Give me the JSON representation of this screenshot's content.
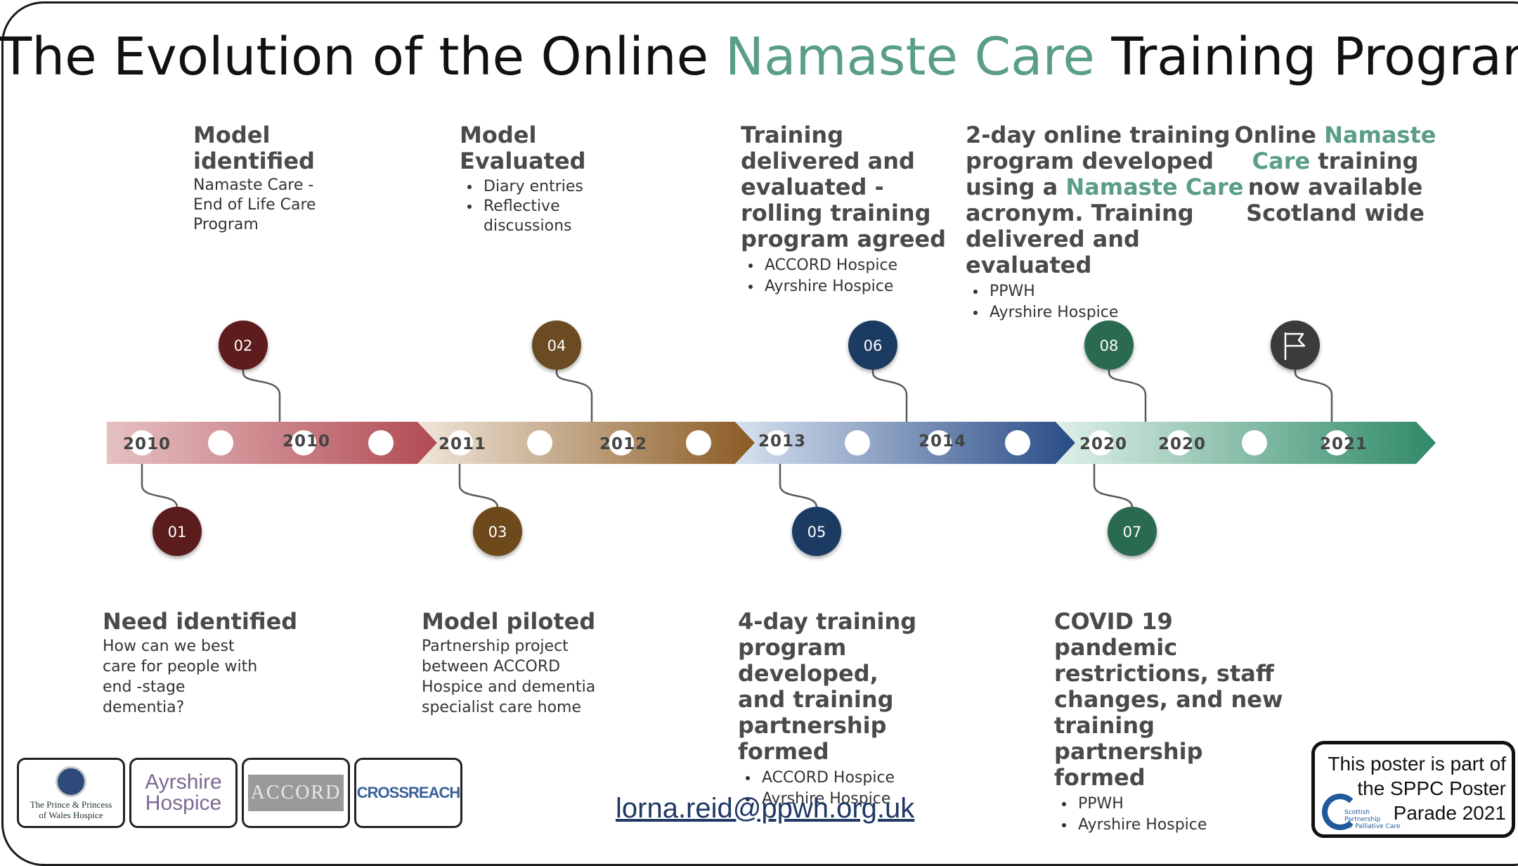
{
  "title": {
    "part1": "The Evolution of the Online",
    "highlight": "Namaste Care",
    "part2": "Training Program"
  },
  "colors": {
    "accent_green": "#5b9e86",
    "m01": "#5a1c1f",
    "m02": "#5e1a1e",
    "m03": "#6e4a1f",
    "m04": "#6b4c20",
    "m05": "#1e3a64",
    "m06": "#1f3a64",
    "m07": "#2a6a4f",
    "m08": "#2a6a4f",
    "flag": "#3a3a3a"
  },
  "timeline": {
    "ticks": [
      "2010",
      "2010",
      "2011",
      "2012",
      "2013",
      "2014",
      "2020",
      "2020",
      "2021"
    ],
    "markers": {
      "m01": "01",
      "m02": "02",
      "m03": "03",
      "m04": "04",
      "m05": "05",
      "m06": "06",
      "m07": "07",
      "m08": "08",
      "flag": "flag-icon"
    }
  },
  "milestones": {
    "m01": {
      "heading": "Need identified",
      "body": [
        "How can we best",
        "care for people with",
        "end -stage",
        "dementia?"
      ]
    },
    "m02": {
      "heading": [
        "Model",
        "identified"
      ],
      "body": [
        "Namaste Care  -",
        "End of Life Care",
        "Program"
      ]
    },
    "m03": {
      "heading": "Model piloted",
      "body": [
        "Partnership project",
        "between ACCORD",
        "Hospice and dementia",
        "specialist care home"
      ]
    },
    "m04": {
      "heading": [
        "Model",
        "Evaluated"
      ],
      "bullets": [
        "Diary entries",
        "Reflective discussions"
      ]
    },
    "m05": {
      "heading": [
        "4-day training",
        "program developed,",
        "and training",
        "partnership formed"
      ],
      "bullets": [
        "ACCORD Hospice",
        "Ayrshire Hospice"
      ]
    },
    "m06": {
      "heading": [
        "Training",
        "delivered and",
        "evaluated -",
        "rolling training",
        "program agreed"
      ],
      "bullets": [
        "ACCORD Hospice",
        "Ayrshire Hospice"
      ]
    },
    "m07": {
      "heading": [
        "COVID 19 pandemic",
        "restrictions, staff",
        "changes, and new",
        "training partnership",
        "formed"
      ],
      "bullets": [
        "PPWH",
        "Ayrshire Hospice"
      ]
    },
    "m08": {
      "heading_l1": "2-day online training",
      "heading_l2": "program developed",
      "heading_l3a": "using a",
      "heading_l3b": "Namaste Care",
      "heading_l4": "acronym. Training",
      "heading_l5": "delivered and evaluated",
      "bullets": [
        "PPWH",
        "Ayrshire Hospice"
      ]
    },
    "final": {
      "l1a": "Online",
      "l1b": "Namaste",
      "l2a": "Care",
      "l2b": "training",
      "l3": "now available",
      "l4": "Scotland wide"
    }
  },
  "footer": {
    "logos": {
      "ppwh": [
        "The Prince & Princess",
        "of Wales Hospice"
      ],
      "ayrshire": [
        "Ayrshire",
        "Hospice"
      ],
      "accord": "ACCORD",
      "crossreach": "CROSSREACH"
    },
    "email": "lorna.reid@ppwh.org.uk",
    "sppc": [
      "This poster is part of",
      "the SPPC Poster",
      "Parade 2021"
    ],
    "sppc_logo_text": [
      "Scottish",
      "Partnership",
      "for Palliative Care"
    ]
  }
}
